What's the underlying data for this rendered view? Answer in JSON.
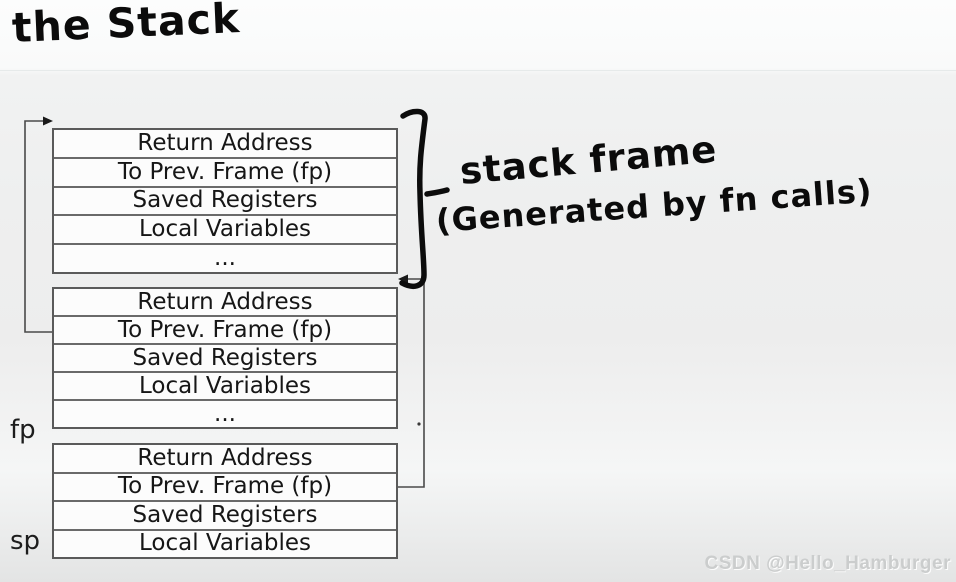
{
  "title": "the Stack",
  "annotation": {
    "line1": "stack frame",
    "line2": "(Generated by fn calls)"
  },
  "registers": {
    "fp": "fp",
    "sp": "sp"
  },
  "frames": [
    {
      "name": "stack-frame-1",
      "rows": [
        "Return Address",
        "To Prev. Frame (fp)",
        "Saved Registers",
        "Local Variables",
        "..."
      ]
    },
    {
      "name": "stack-frame-2",
      "rows": [
        "Return Address",
        "To Prev. Frame (fp)",
        "Saved Registers",
        "Local Variables",
        "..."
      ]
    },
    {
      "name": "stack-frame-3",
      "rows": [
        "Return Address",
        "To Prev. Frame (fp)",
        "Saved Registers",
        "Local Variables"
      ]
    }
  ],
  "watermark": "CSDN @Hello_Hamburger",
  "colors": {
    "ink": "#0b0b0b",
    "connector_line": "#4a4a4a",
    "cell_fill": "#fcfcfc",
    "cell_border": "#5a5a5a",
    "watermark": "#cbcdcd"
  }
}
